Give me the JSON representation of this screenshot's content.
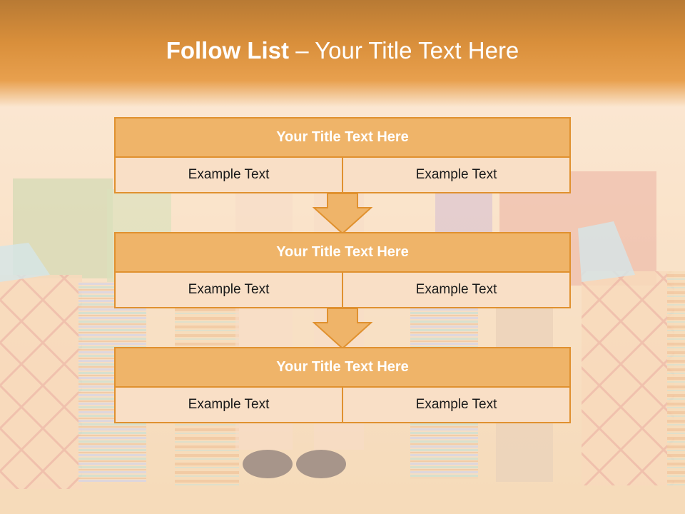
{
  "slide": {
    "title_bold": "Follow List",
    "title_rest": " – Your Title Text Here"
  },
  "blocks": [
    {
      "title": "Your Title Text Here",
      "left": "Example Text",
      "right": "Example Text"
    },
    {
      "title": "Your Title Text Here",
      "left": "Example Text",
      "right": "Example Text"
    },
    {
      "title": "Your Title Text Here",
      "left": "Example Text",
      "right": "Example Text"
    }
  ],
  "colors": {
    "header": "#d98f3b",
    "block_title_fill": "#efb469",
    "block_border": "#e0912f",
    "cell_fill": "#f9dfc6",
    "arrow_fill": "#efb469"
  }
}
